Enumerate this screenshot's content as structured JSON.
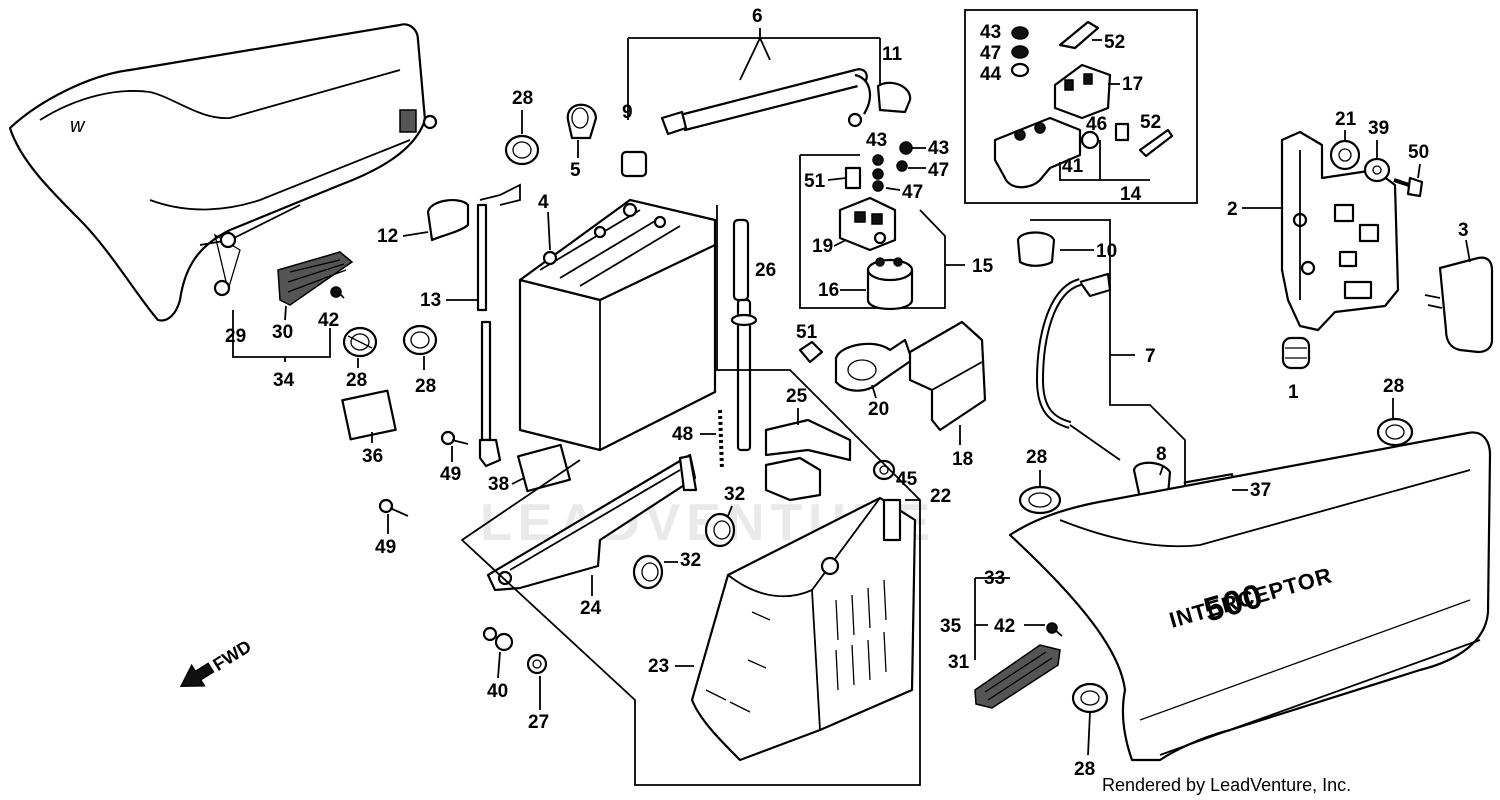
{
  "labels": {
    "n1": "1",
    "n2": "2",
    "n3": "3",
    "n4": "4",
    "n5": "5",
    "n6": "6",
    "n7": "7",
    "n8": "8",
    "n9": "9",
    "n10": "10",
    "n11": "11",
    "n12": "12",
    "n13": "13",
    "n14": "14",
    "n15": "15",
    "n16": "16",
    "n17": "17",
    "n18": "18",
    "n19": "19",
    "n20": "20",
    "n21": "21",
    "n22": "22",
    "n23": "23",
    "n24": "24",
    "n25": "25",
    "n26": "26",
    "n27": "27",
    "n28": "28",
    "n29": "29",
    "n30": "30",
    "n31": "31",
    "n32": "32",
    "n33": "33",
    "n34": "34",
    "n35": "35",
    "n36": "36",
    "n37": "37",
    "n38": "38",
    "n39": "39",
    "n40": "40",
    "n41": "41",
    "n42": "42",
    "n43": "43",
    "n44": "44",
    "n45": "45",
    "n46": "46",
    "n47": "47",
    "n48": "48",
    "n49": "49",
    "n50": "50",
    "n51": "51",
    "n52": "52"
  },
  "fwd_label": "FWD",
  "watermark": "LEADVENTURE",
  "side_cover_logo_line1": "INTERCEPTOR",
  "side_cover_logo_line2": "500",
  "credit": "Rendered by LeadVenture, Inc."
}
